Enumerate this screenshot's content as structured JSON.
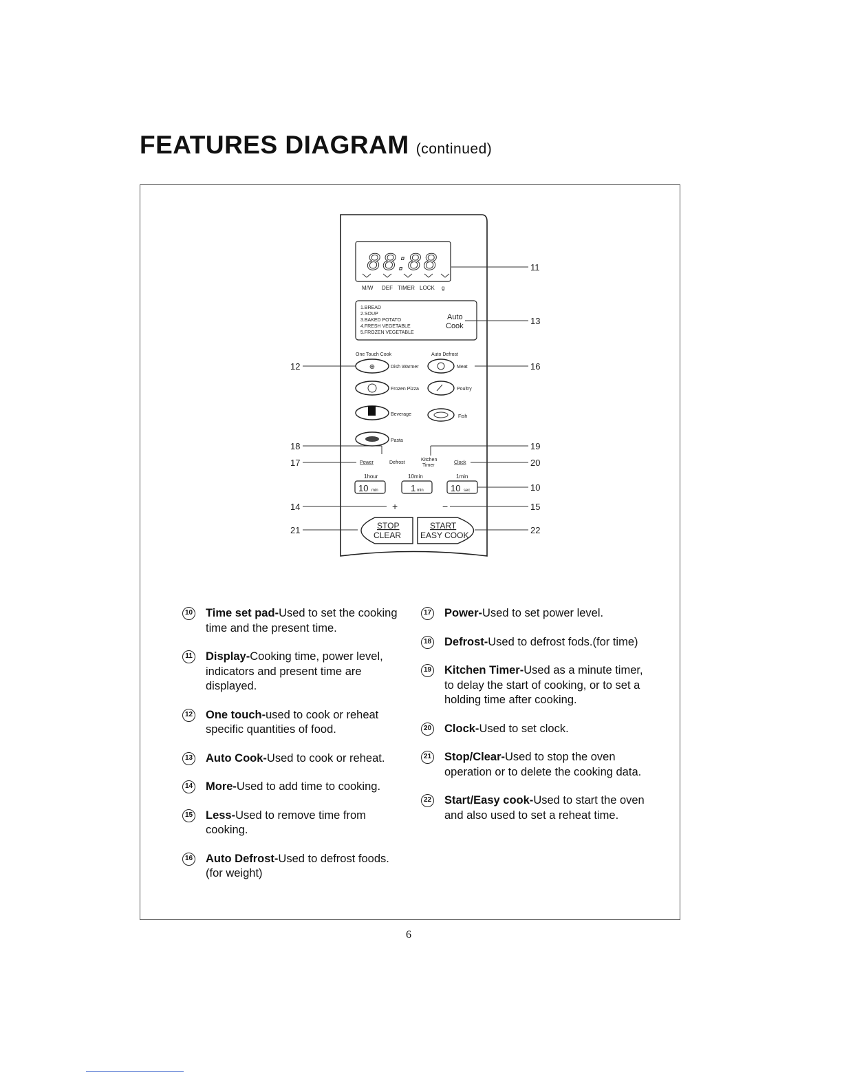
{
  "page": {
    "title": "FEATURES DIAGRAM",
    "title_suffix": "(continued)",
    "page_number": "6"
  },
  "panel": {
    "display": {
      "digits": "88:88",
      "indicators": [
        "M/W",
        "DEF",
        "TIMER",
        "LOCK",
        "g"
      ]
    },
    "auto_cook_menu": {
      "items": [
        "1.BREAD",
        "2.SOUP",
        "3.BAKED POTATO",
        "4.FRESH VEGETABLE",
        "5.FROZEN VEGETABLE"
      ],
      "label_line1": "Auto",
      "label_line2": "Cook"
    },
    "headers": {
      "one_touch": "One Touch Cook",
      "auto_defrost": "Auto Defrost"
    },
    "one_touch_buttons": [
      "Dish Warmer",
      "Frozen Pizza",
      "Beverage",
      "Pasta"
    ],
    "defrost_buttons": [
      "Meat",
      "Poultry",
      "Fish"
    ],
    "function_buttons": {
      "power": "Power",
      "defrost": "Defrost",
      "kitchen_timer_1": "Kitchen",
      "kitchen_timer_2": "Timer",
      "clock": "Clock"
    },
    "time_pads": [
      {
        "top": "1hour",
        "main": "10",
        "sub": "min"
      },
      {
        "top": "10min",
        "main": "1",
        "sub": "min"
      },
      {
        "top": "1min",
        "main": "10",
        "sub": "sec"
      }
    ],
    "more_symbol": "+",
    "less_symbol": "−",
    "stop_clear": {
      "line1": "STOP",
      "line2": "CLEAR"
    },
    "start_easy": {
      "line1": "START",
      "line2": "EASY COOK"
    }
  },
  "callouts": {
    "c10": "10",
    "c11": "11",
    "c12": "12",
    "c13": "13",
    "c14": "14",
    "c15": "15",
    "c16": "16",
    "c17": "17",
    "c18": "18",
    "c19": "19",
    "c20": "20",
    "c21": "21",
    "c22": "22"
  },
  "descriptions": {
    "left": [
      {
        "num": "10",
        "term": "Time set pad-",
        "text": "Used to set the cooking time and the present time."
      },
      {
        "num": "11",
        "term": "Display-",
        "text": "Cooking time, power level, indicators and present time are displayed."
      },
      {
        "num": "12",
        "term": "One touch-",
        "text": "used to cook or reheat specific quantities of food."
      },
      {
        "num": "13",
        "term": "Auto Cook-",
        "text": "Used to cook or reheat."
      },
      {
        "num": "14",
        "term": "More-",
        "text": "Used to add time to cooking."
      },
      {
        "num": "15",
        "term": "Less-",
        "text": "Used to remove time from cooking."
      },
      {
        "num": "16",
        "term": "Auto Defrost-",
        "text": "Used to defrost foods. (for weight)"
      }
    ],
    "right": [
      {
        "num": "17",
        "term": "Power-",
        "text": "Used to set power level."
      },
      {
        "num": "18",
        "term": "Defrost-",
        "text": "Used to defrost fods.(for time)"
      },
      {
        "num": "19",
        "term": "Kitchen Timer-",
        "text": "Used as a minute timer, to delay the start of cooking, or to set a holding time after cooking."
      },
      {
        "num": "20",
        "term": "Clock-",
        "text": "Used to set clock."
      },
      {
        "num": "21",
        "term": "Stop/Clear-",
        "text": "Used to stop the oven operation or to delete the cooking data."
      },
      {
        "num": "22",
        "term": "Start/Easy cook-",
        "text": "Used to start the oven and also used to set a reheat time."
      }
    ]
  }
}
